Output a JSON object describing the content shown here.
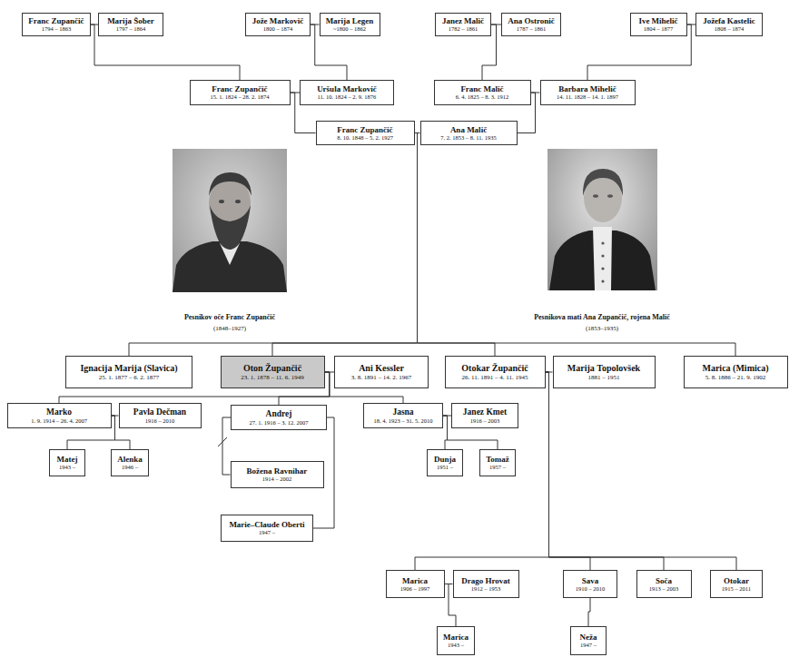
{
  "diagram": {
    "nodes": [
      {
        "text": [
          "Franc Zupančič",
          "1794 – 1863"
        ]
      },
      {
        "text": [
          "Marija Šober",
          "1797 – 1864"
        ]
      },
      {
        "text": [
          "Jože Markovič",
          "1800 – 1874"
        ]
      },
      {
        "text": [
          "Marija Legen",
          "~1800 – 1862"
        ]
      },
      {
        "text": [
          "Janez Malič",
          "1782 – 1861"
        ]
      },
      {
        "text": [
          "Ana Ostronič",
          "1787 – 1861"
        ]
      },
      {
        "text": [
          "Ive Mihelič",
          "1804 – 1877"
        ]
      },
      {
        "text": [
          "Jožefa Kastelic",
          "1808 – 1874"
        ]
      },
      {
        "text": [
          "Franc Zupančič",
          "15. 1. 1824 – 28. 2. 1874"
        ]
      },
      {
        "text": [
          "Uršula Markovič",
          "11. 10. 1824 – 2. 9. 1876"
        ]
      },
      {
        "text": [
          "Franc Malič",
          "6. 4. 1825 – 8. 3. 1912"
        ]
      },
      {
        "text": [
          "Barbara Mihelič",
          "14. 11. 1828 – 14. 1. 1897"
        ]
      },
      {
        "text": [
          "Franc Zupančič",
          "8. 10. 1848 – 5. 2. 1927"
        ]
      },
      {
        "text": [
          "Ana Malič",
          "7. 2. 1853 – 8. 11. 1935"
        ]
      },
      {
        "text": [
          "Ignacija Marija (Slavica)",
          "25. 1. 1877 – 6. 2. 1877"
        ]
      },
      {
        "text": [
          "Oton Župančič",
          "23. 1. 1878 – 11. 6. 1949"
        ]
      },
      {
        "text": [
          "Ani Kessler",
          "3. 8. 1891 – 14. 2. 1967"
        ]
      },
      {
        "text": [
          "Otokar Župančič",
          "26. 11. 1891 – 4. 11. 1945"
        ]
      },
      {
        "text": [
          "Marija Topolovšek",
          "1881 – 1951"
        ]
      },
      {
        "text": [
          "Marica (Mimica)",
          "5. 8. 1886 – 21. 9. 1902"
        ]
      },
      {
        "text": [
          "Marko",
          "1. 9. 1914 – 26. 4. 2007"
        ]
      },
      {
        "text": [
          "Pavla Dečman",
          "1916 – 2010"
        ]
      },
      {
        "text": [
          "Andrej",
          "27. 1. 1916 – 3. 12. 2007"
        ]
      },
      {
        "text": [
          "Jasna",
          "18. 4. 1923 – 31. 5. 2010"
        ]
      },
      {
        "text": [
          "Janez Kmet",
          "1916 – 2003"
        ]
      },
      {
        "text": [
          "Matej",
          "1943 –"
        ]
      },
      {
        "text": [
          "Alenka",
          "1946 –"
        ]
      },
      {
        "text": [
          "Božena Ravnihar",
          "1914 – 2002"
        ]
      },
      {
        "text": [
          "Dunja",
          "1951 –"
        ]
      },
      {
        "text": [
          "Tomaž",
          "1957 –"
        ]
      },
      {
        "text": [
          "Marie–Claude Oberti",
          "1947 –"
        ]
      },
      {
        "text": [
          "Marica",
          "1906 – 1997"
        ]
      },
      {
        "text": [
          "Drago Hrovat",
          "1912 – 1953"
        ]
      },
      {
        "text": [
          "Sava",
          "1910 – 2010"
        ]
      },
      {
        "text": [
          "Soča",
          "1913 – 2003"
        ]
      },
      {
        "text": [
          "Otokar",
          "1915 – 2011"
        ]
      },
      {
        "text": [
          "Marica",
          "1943 –"
        ]
      },
      {
        "text": [
          "Neža",
          "1947 –"
        ]
      }
    ],
    "edges": [
      {
        "from": 0,
        "to": 1,
        "arrow": "none"
      },
      {
        "from": 2,
        "to": 3,
        "arrow": "none"
      },
      {
        "from": 4,
        "to": 5,
        "arrow": "none"
      },
      {
        "from": 6,
        "to": 7,
        "arrow": "none"
      },
      {
        "from": 8,
        "to": 9,
        "arrow": "none"
      },
      {
        "from": 10,
        "to": 11,
        "arrow": "none"
      },
      {
        "from": 12,
        "to": 13,
        "arrow": "none"
      },
      {
        "from": 15,
        "to": 16,
        "arrow": "none"
      },
      {
        "from": 17,
        "to": 18,
        "arrow": "none"
      },
      {
        "from": 20,
        "to": 21,
        "arrow": "none"
      },
      {
        "from": 23,
        "to": 24,
        "arrow": "none"
      },
      {
        "from": 31,
        "to": 32,
        "arrow": "none"
      },
      {
        "from": 22,
        "to": 27,
        "arrow": "none"
      },
      {
        "from": 22,
        "to": 30,
        "arrow": "none"
      },
      {
        "from": 0,
        "to": 8,
        "arrow": "none"
      },
      {
        "from": 2,
        "to": 9,
        "arrow": "none"
      },
      {
        "from": 4,
        "to": 10,
        "arrow": "none"
      },
      {
        "from": 6,
        "to": 11,
        "arrow": "none"
      },
      {
        "from": 8,
        "to": 12,
        "arrow": "none"
      },
      {
        "from": 10,
        "to": 13,
        "arrow": "none"
      },
      {
        "from": 12,
        "to": 14,
        "arrow": "none"
      },
      {
        "from": 12,
        "to": 15,
        "arrow": "none"
      },
      {
        "from": 12,
        "to": 17,
        "arrow": "none"
      },
      {
        "from": 12,
        "to": 19,
        "arrow": "none"
      },
      {
        "from": 15,
        "to": 20,
        "arrow": "none"
      },
      {
        "from": 15,
        "to": 22,
        "arrow": "none"
      },
      {
        "from": 15,
        "to": 23,
        "arrow": "none"
      },
      {
        "from": 20,
        "to": 25,
        "arrow": "none"
      },
      {
        "from": 20,
        "to": 26,
        "arrow": "none"
      },
      {
        "from": 23,
        "to": 28,
        "arrow": "none"
      },
      {
        "from": 23,
        "to": 29,
        "arrow": "none"
      },
      {
        "from": 17,
        "to": 31,
        "arrow": "none"
      },
      {
        "from": 17,
        "to": 33,
        "arrow": "none"
      },
      {
        "from": 17,
        "to": 34,
        "arrow": "none"
      },
      {
        "from": 17,
        "to": 35,
        "arrow": "none"
      },
      {
        "from": 31,
        "to": 36,
        "arrow": "none"
      },
      {
        "from": 33,
        "to": 37,
        "arrow": "none"
      }
    ],
    "labels": [
      "Pesnikov oče Franc Zupančič",
      "(1848–1927)",
      "Pesnikova mati Ana Zupančič, rojena Malič",
      "(1853–1935)"
    ]
  }
}
